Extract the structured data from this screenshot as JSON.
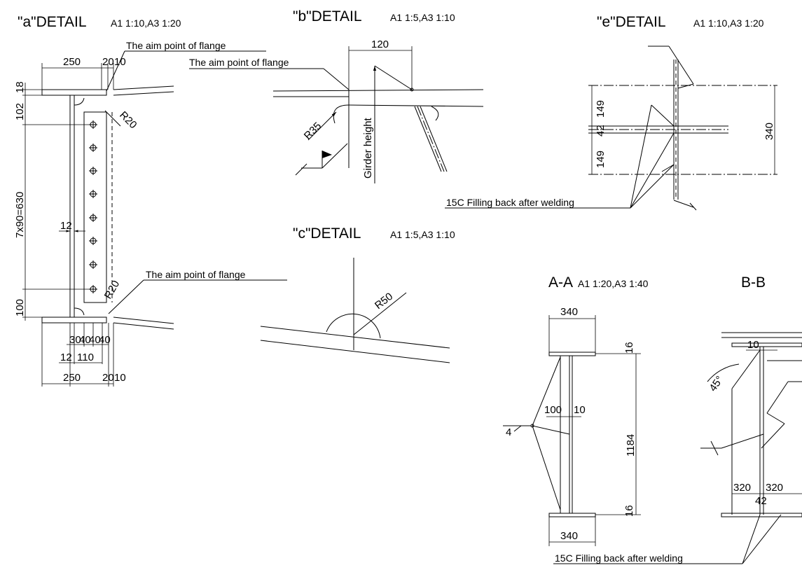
{
  "details": {
    "a": {
      "title": "\"a\"DETAIL",
      "scale": "A1 1:10,A3 1:20",
      "aim1": "The aim point of flange",
      "aim2": "The aim point of flange",
      "d250_top": "250",
      "d20_top": "20",
      "d10_top": "10",
      "d18": "18",
      "d102": "102",
      "r20_top": "R20",
      "d630": "7x90=630",
      "d12_web": "12",
      "r20_bot": "R20",
      "d100": "100",
      "d30": "30",
      "d40a": "40",
      "d40b": "40",
      "d40c": "40",
      "d12_bot": "12",
      "d110": "110",
      "d250_bot": "250",
      "d20_bot": "20",
      "d10_bot": "10"
    },
    "b": {
      "title": "\"b\"DETAIL",
      "scale": "A1 1:5,A3 1:10",
      "d120": "120",
      "aim": "The aim point of flange",
      "r35": "R35",
      "girder": "Girder height"
    },
    "c": {
      "title": "\"c\"DETAIL",
      "scale": "A1 1:5,A3 1:10",
      "r50": "R50"
    },
    "e": {
      "title": "\"e\"DETAIL",
      "scale": "A1 1:10,A3 1:20",
      "d149a": "149",
      "d42": "42",
      "d149b": "149",
      "d340": "340",
      "note": "15C Filling back after welding"
    },
    "aa": {
      "title": "A-A",
      "scale": "A1 1:20,A3 1:40",
      "d340_top": "340",
      "d16_top": "16",
      "d100": "100",
      "d10": "10",
      "d4": "4",
      "d1184": "1184",
      "d16_bot": "16",
      "d340_bot": "340",
      "note": "15C Filling back after welding"
    },
    "bb": {
      "title": "B-B",
      "d10": "10",
      "angle": "45°",
      "d320a": "320",
      "d320b": "320",
      "d42": "42"
    }
  }
}
